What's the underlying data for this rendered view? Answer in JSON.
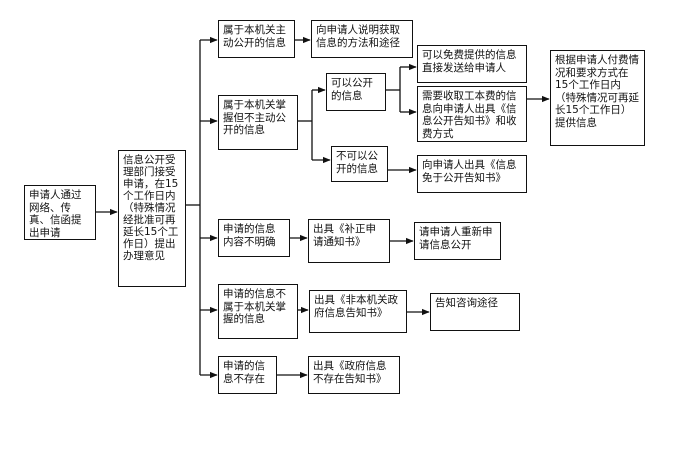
{
  "diagram": {
    "nodes": {
      "applicant": "申请人通过网络、传真、信函提出申请",
      "accept": "信息公开受理部门接受申请，在15个工作日内（特殊情况经批准可再延长15个工作日）提出办理意见",
      "active_public": "属于本机关主动公开的信息",
      "tell_method": "向申请人说明获取信息的方法和途径",
      "not_active": "属于本机关掌握但不主动公开的信息",
      "can_open": "可以公开的信息",
      "free_provide": "可以免费提供的信息直接发送给申请人",
      "fee_notice": "需要收取工本费的信息向申请人出具《信息公开告知书》和收费方式",
      "provide_final": "根据申请人付费情况和要求方式在15个工作日内（特殊情况可再延长15个工作日）提供信息",
      "cannot_open": "不可以公开的信息",
      "exempt_notice": "向申请人出具《信息免于公开告知书》",
      "unclear": "申请的信息内容不明确",
      "correction_notice": "出具《补正申请通知书》",
      "reapply": "请申请人重新申请信息公开",
      "not_held": "申请的信息不属于本机关掌握的信息",
      "non_agency_notice": "出具《非本机关政府信息告知书》",
      "inform_channel": "告知咨询途径",
      "not_exist": "申请的信息不存在",
      "not_exist_notice": "出具《政府信息不存在告知书》"
    }
  }
}
